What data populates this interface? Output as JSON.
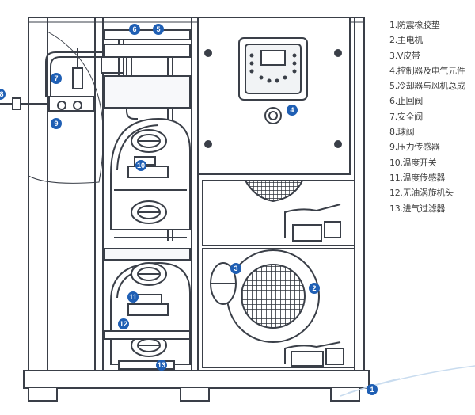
{
  "legend": {
    "items": [
      "1.防震橡胶垫",
      "2.主电机",
      "3.V皮带",
      "4.控制器及电气元件",
      "5.冷却器与风机总成",
      "6.止回阀",
      "7.安全阀",
      "8.球阀",
      "9.压力传感器",
      "10.温度开关",
      "11.温度传感器",
      "12.无油涡旋机头",
      "13.进气过滤器"
    ]
  },
  "callouts": {
    "c1": "1",
    "c2": "2",
    "c3": "3",
    "c4": "4",
    "c5": "5",
    "c6": "6",
    "c7": "7",
    "c8": "8",
    "c9": "9",
    "c10": "10",
    "c11": "11",
    "c12": "12",
    "c13": "13"
  },
  "colors": {
    "line": "#3a3f48",
    "callout": "#1f5fb4",
    "panel": "#f4f6f8"
  }
}
